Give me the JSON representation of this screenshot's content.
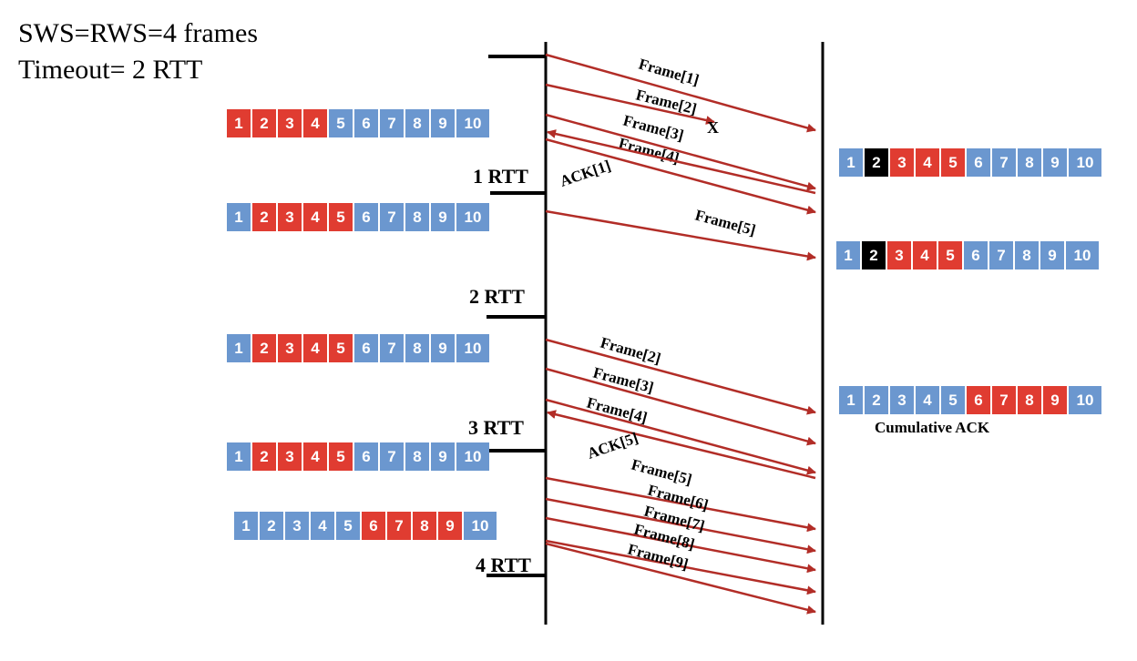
{
  "header": {
    "line1": "SWS=RWS=4 frames",
    "line2": "Timeout= 2 RTT"
  },
  "rtt_marks": [
    "1 RTT",
    "2 RTT",
    "3 RTT",
    "4 RTT"
  ],
  "colors": {
    "arrow": "#b22d27",
    "timeline": "#000000",
    "cell_blue": "#6b97cf",
    "cell_red": "#e03c31",
    "cell_black": "#000000"
  },
  "lost_marker": "X",
  "cumulative_ack_label": "Cumulative ACK",
  "sender_windows": [
    {
      "cells": [
        "1",
        "2",
        "3",
        "4",
        "5",
        "6",
        "7",
        "8",
        "9",
        "10"
      ],
      "states": [
        "red",
        "red",
        "red",
        "red",
        "blue",
        "blue",
        "blue",
        "blue",
        "blue",
        "blue"
      ]
    },
    {
      "cells": [
        "1",
        "2",
        "3",
        "4",
        "5",
        "6",
        "7",
        "8",
        "9",
        "10"
      ],
      "states": [
        "blue",
        "red",
        "red",
        "red",
        "red",
        "blue",
        "blue",
        "blue",
        "blue",
        "blue"
      ]
    },
    {
      "cells": [
        "1",
        "2",
        "3",
        "4",
        "5",
        "6",
        "7",
        "8",
        "9",
        "10"
      ],
      "states": [
        "blue",
        "red",
        "red",
        "red",
        "red",
        "blue",
        "blue",
        "blue",
        "blue",
        "blue"
      ]
    },
    {
      "cells": [
        "1",
        "2",
        "3",
        "4",
        "5",
        "6",
        "7",
        "8",
        "9",
        "10"
      ],
      "states": [
        "blue",
        "red",
        "red",
        "red",
        "red",
        "blue",
        "blue",
        "blue",
        "blue",
        "blue"
      ]
    },
    {
      "cells": [
        "1",
        "2",
        "3",
        "4",
        "5",
        "6",
        "7",
        "8",
        "9",
        "10"
      ],
      "states": [
        "blue",
        "blue",
        "blue",
        "blue",
        "blue",
        "red",
        "red",
        "red",
        "red",
        "blue"
      ]
    }
  ],
  "receiver_windows": [
    {
      "cells": [
        "1",
        "2",
        "3",
        "4",
        "5",
        "6",
        "7",
        "8",
        "9",
        "10"
      ],
      "states": [
        "blue",
        "black",
        "red",
        "red",
        "red",
        "blue",
        "blue",
        "blue",
        "blue",
        "blue"
      ]
    },
    {
      "cells": [
        "1",
        "2",
        "3",
        "4",
        "5",
        "6",
        "7",
        "8",
        "9",
        "10"
      ],
      "states": [
        "blue",
        "black",
        "red",
        "red",
        "red",
        "blue",
        "blue",
        "blue",
        "blue",
        "blue"
      ]
    },
    {
      "cells": [
        "1",
        "2",
        "3",
        "4",
        "5",
        "6",
        "7",
        "8",
        "9",
        "10"
      ],
      "states": [
        "blue",
        "blue",
        "blue",
        "blue",
        "blue",
        "red",
        "red",
        "red",
        "red",
        "blue"
      ]
    }
  ],
  "messages": [
    {
      "label": "Frame[1]",
      "direction": "sender-to-receiver"
    },
    {
      "label": "Frame[2]",
      "direction": "sender-to-receiver",
      "lost": true
    },
    {
      "label": "Frame[3]",
      "direction": "sender-to-receiver"
    },
    {
      "label": "Frame[4]",
      "direction": "sender-to-receiver"
    },
    {
      "label": "ACK[1]",
      "direction": "receiver-to-sender"
    },
    {
      "label": "Frame[5]",
      "direction": "sender-to-receiver"
    },
    {
      "label": "Frame[2]",
      "direction": "sender-to-receiver"
    },
    {
      "label": "Frame[3]",
      "direction": "sender-to-receiver"
    },
    {
      "label": "Frame[4]",
      "direction": "sender-to-receiver"
    },
    {
      "label": "ACK[5]",
      "direction": "receiver-to-sender"
    },
    {
      "label": "Frame[5]",
      "direction": "sender-to-receiver"
    },
    {
      "label": "Frame[6]",
      "direction": "sender-to-receiver"
    },
    {
      "label": "Frame[7]",
      "direction": "sender-to-receiver"
    },
    {
      "label": "Frame[8]",
      "direction": "sender-to-receiver"
    },
    {
      "label": "Frame[9]",
      "direction": "sender-to-receiver"
    }
  ]
}
